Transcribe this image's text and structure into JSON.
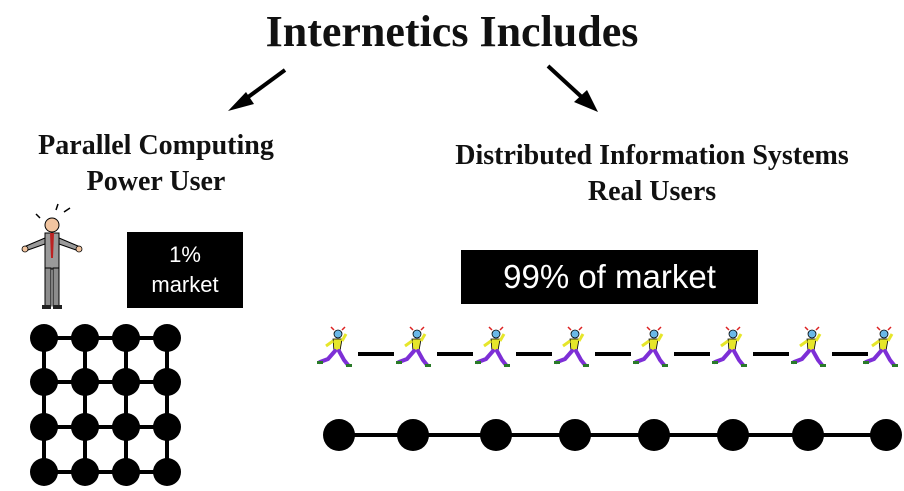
{
  "title": "Internetics Includes",
  "left": {
    "heading_line1": "Parallel Computing",
    "heading_line2": "Power User",
    "badge_line1": "1%",
    "badge_line2": "market"
  },
  "right": {
    "heading_line1": "Distributed Information Systems",
    "heading_line2": "Real Users",
    "badge": "99% of market"
  },
  "icons": {
    "arrow_left": "arrow-down-left-icon",
    "arrow_right": "arrow-down-right-icon",
    "businessman": "businessman-clipart-icon",
    "runner": "runner-clipart-icon"
  },
  "colors": {
    "text": "#111111",
    "badge_bg": "#000000",
    "badge_text": "#ffffff",
    "runner_purple": "#7d2fd6",
    "runner_yellow": "#e6e62a"
  }
}
